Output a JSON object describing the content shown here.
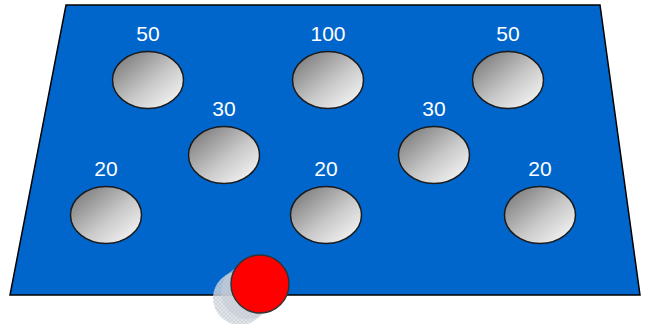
{
  "diagram": {
    "nodes": [
      {
        "text": [
          "50"
        ]
      },
      {
        "text": [
          "100"
        ]
      },
      {
        "text": [
          "50"
        ]
      },
      {
        "text": [
          "30"
        ]
      },
      {
        "text": [
          "30"
        ]
      },
      {
        "text": [
          "20"
        ]
      },
      {
        "text": [
          "20"
        ]
      },
      {
        "text": [
          "20"
        ]
      }
    ]
  }
}
